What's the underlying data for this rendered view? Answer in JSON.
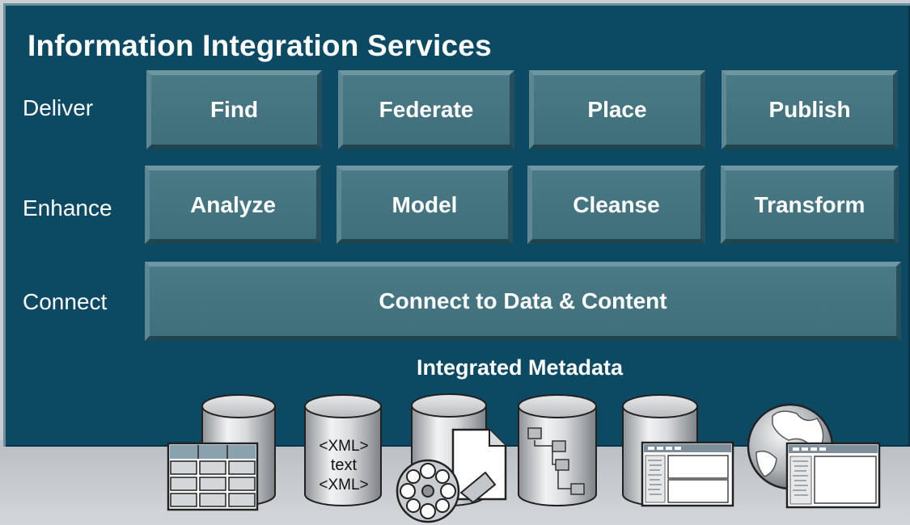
{
  "title": "Information Integration Services",
  "rows": {
    "deliver": {
      "label": "Deliver",
      "boxes": [
        "Find",
        "Federate",
        "Place",
        "Publish"
      ]
    },
    "enhance": {
      "label": "Enhance",
      "boxes": [
        "Analyze",
        "Model",
        "Cleanse",
        "Transform"
      ]
    },
    "connect": {
      "label": "Connect",
      "box": "Connect to Data & Content"
    }
  },
  "metadata_label": "Integrated Metadata",
  "sources": {
    "xml_icon": {
      "line1": "<XML>",
      "line2": "text",
      "line3": "<XML>"
    },
    "icon_names": [
      "table-database-icon",
      "xml-database-icon",
      "media-database-icon",
      "hierarchy-database-icon",
      "application-database-icon",
      "web-globe-icon"
    ]
  },
  "colors": {
    "panel": "#0c4a63",
    "box": "#437380",
    "background": "#c9ced3",
    "text": "#ffffff"
  }
}
